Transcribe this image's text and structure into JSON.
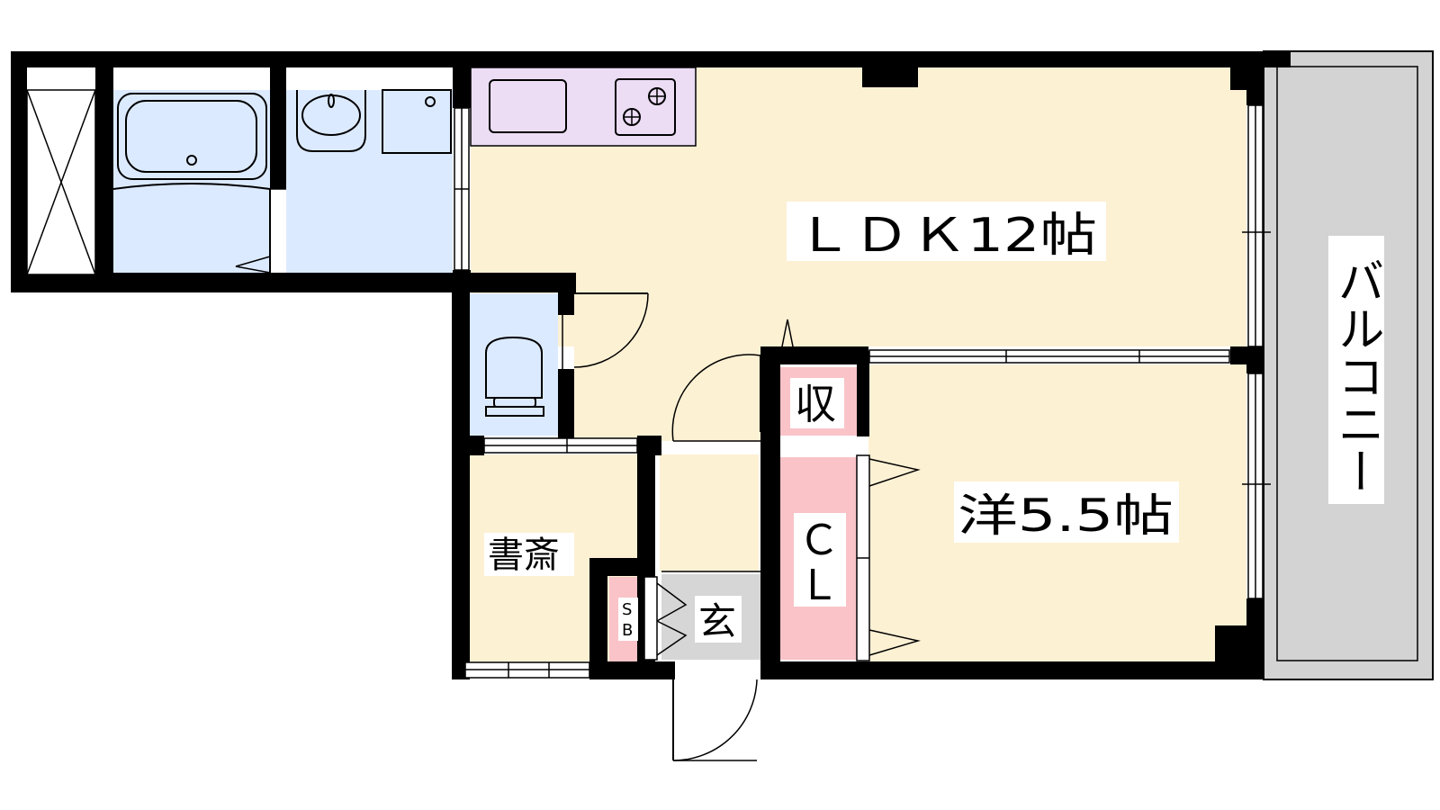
{
  "colors": {
    "wall": "#000000",
    "living": "#fdf1d4",
    "wet": "#dceaff",
    "kitchen": "#ecdcf4",
    "storage": "#f9c3c8",
    "entrance": "#d6d6d6",
    "balcony": "#d3d3d3"
  },
  "rooms": {
    "ldk": "ＬＤＫ12帖",
    "western": "洋5.5帖",
    "study": "書斎",
    "storage": "収",
    "closet_top": "Ｃ",
    "closet_bottom": "Ｌ",
    "shoebox_top": "S",
    "shoebox_bottom": "B",
    "entrance": "玄",
    "balcony": "バルコニー"
  },
  "icons": [
    "bathtub-icon",
    "washbasin-icon",
    "washing-machine-icon",
    "stove-icon",
    "sink-icon",
    "toilet-icon",
    "door-swing-icon",
    "sliding-door-icon",
    "window-icon"
  ]
}
